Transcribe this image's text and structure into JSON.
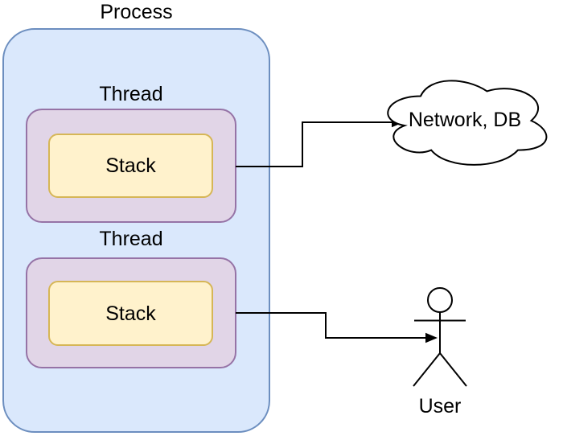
{
  "process": {
    "label": "Process"
  },
  "threads": [
    {
      "label": "Thread",
      "stack": {
        "label": "Stack"
      }
    },
    {
      "label": "Thread",
      "stack": {
        "label": "Stack"
      }
    }
  ],
  "cloud": {
    "label": "Network, DB"
  },
  "actor": {
    "label": "User"
  },
  "colors": {
    "process-fill": "#dae8fc",
    "process-stroke": "#6c8ebf",
    "thread-fill": "#e1d5e7",
    "thread-stroke": "#9673a6",
    "stack-fill": "#fff2cc",
    "stack-stroke": "#d6b656",
    "connector": "#000000",
    "text": "#000000",
    "background": "#ffffff"
  }
}
